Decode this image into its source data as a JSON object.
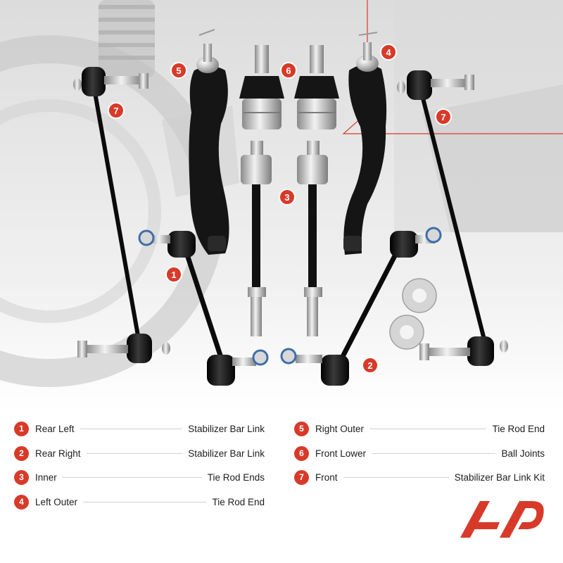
{
  "colors": {
    "accent": "#d83a2a",
    "text": "#1d1d1d",
    "part": "#111111"
  },
  "callouts": [
    "1",
    "2",
    "3",
    "4",
    "5",
    "6",
    "7"
  ],
  "legend": [
    {
      "num": "1",
      "label": "Rear Left",
      "value": "Stabilizer Bar Link"
    },
    {
      "num": "2",
      "label": "Rear Right",
      "value": "Stabilizer Bar Link"
    },
    {
      "num": "3",
      "label": "Inner",
      "value": "Tie Rod Ends"
    },
    {
      "num": "4",
      "label": "Left Outer",
      "value": "Tie Rod End"
    },
    {
      "num": "5",
      "label": "Right Outer",
      "value": "Tie Rod End"
    },
    {
      "num": "6",
      "label": "Front Lower",
      "value": "Ball Joints"
    },
    {
      "num": "7",
      "label": "Front",
      "value": "Stabilizer Bar Link Kit"
    }
  ],
  "logo": {
    "icon": "brand-logo-icon"
  }
}
